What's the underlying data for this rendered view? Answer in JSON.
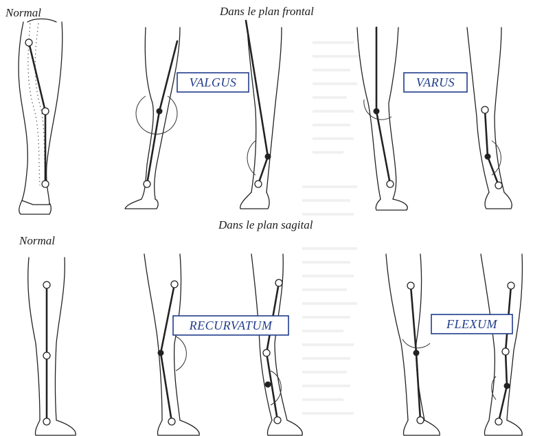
{
  "labels": {
    "normal_frontal": "Normal",
    "frontal_title": "Dans le plan frontal",
    "normal_sagittal": "Normal",
    "sagittal_title": "Dans le plan sagital"
  },
  "deformities": {
    "valgus": "VALGUS",
    "varus": "VARUS",
    "recurvatum": "RECURVATUM",
    "flexum": "FLEXUM"
  },
  "colors": {
    "box_border": "#1f3b8a",
    "box_text": "#1f3b8a",
    "line": "#222222"
  }
}
